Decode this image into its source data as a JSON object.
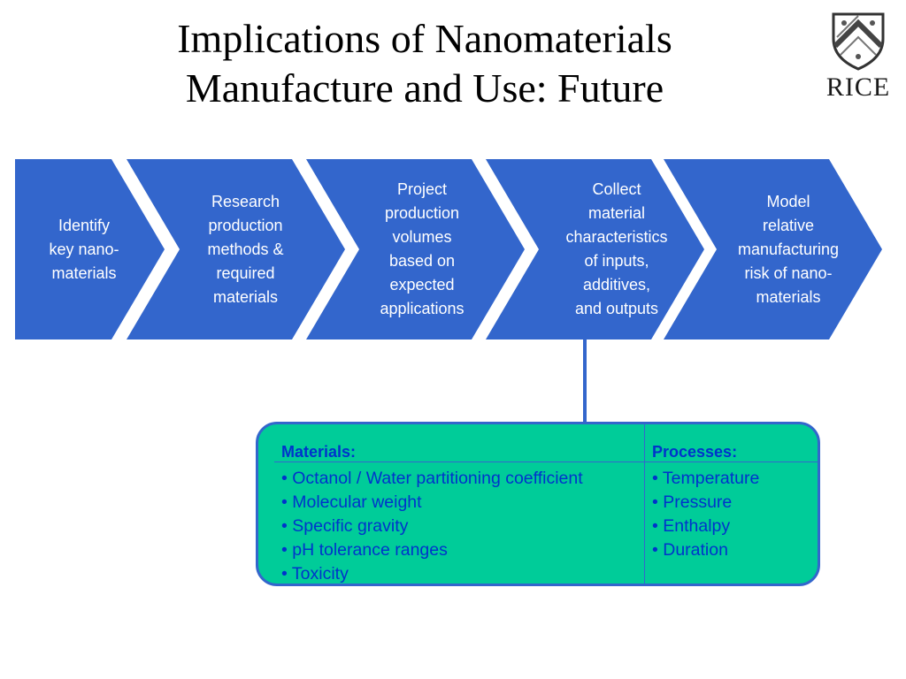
{
  "title": {
    "line1": "Implications of Nanomaterials",
    "line2": "Manufacture and Use: Future"
  },
  "logo": {
    "text": "RICE",
    "icon": "rice-shield-icon"
  },
  "colors": {
    "chevron_fill": "#3366cc",
    "chevron_text": "#ffffff",
    "box_fill": "#00cc99",
    "box_border": "#3366cc",
    "box_text": "#0033cc"
  },
  "steps": [
    {
      "label": "Identify\nkey nano-\nmaterials"
    },
    {
      "label": "Research\nproduction\nmethods &\nrequired\nmaterials"
    },
    {
      "label": "Project\nproduction\nvolumes\nbased on\nexpected\napplications"
    },
    {
      "label": "Collect\nmaterial\ncharacteristics\nof inputs,\nadditives,\nand outputs"
    },
    {
      "label": "Model\nrelative\nmanufacturing\nrisk of nano-\nmaterials"
    }
  ],
  "properties": {
    "materials": {
      "header": "Materials:",
      "items": [
        "• Octanol / Water partitioning coefficient",
        "• Molecular weight",
        "• Specific gravity",
        "• pH tolerance ranges",
        "• Toxicity"
      ]
    },
    "processes": {
      "header": "Processes:",
      "items": [
        "• Temperature",
        "• Pressure",
        "• Enthalpy",
        "• Duration"
      ]
    }
  }
}
